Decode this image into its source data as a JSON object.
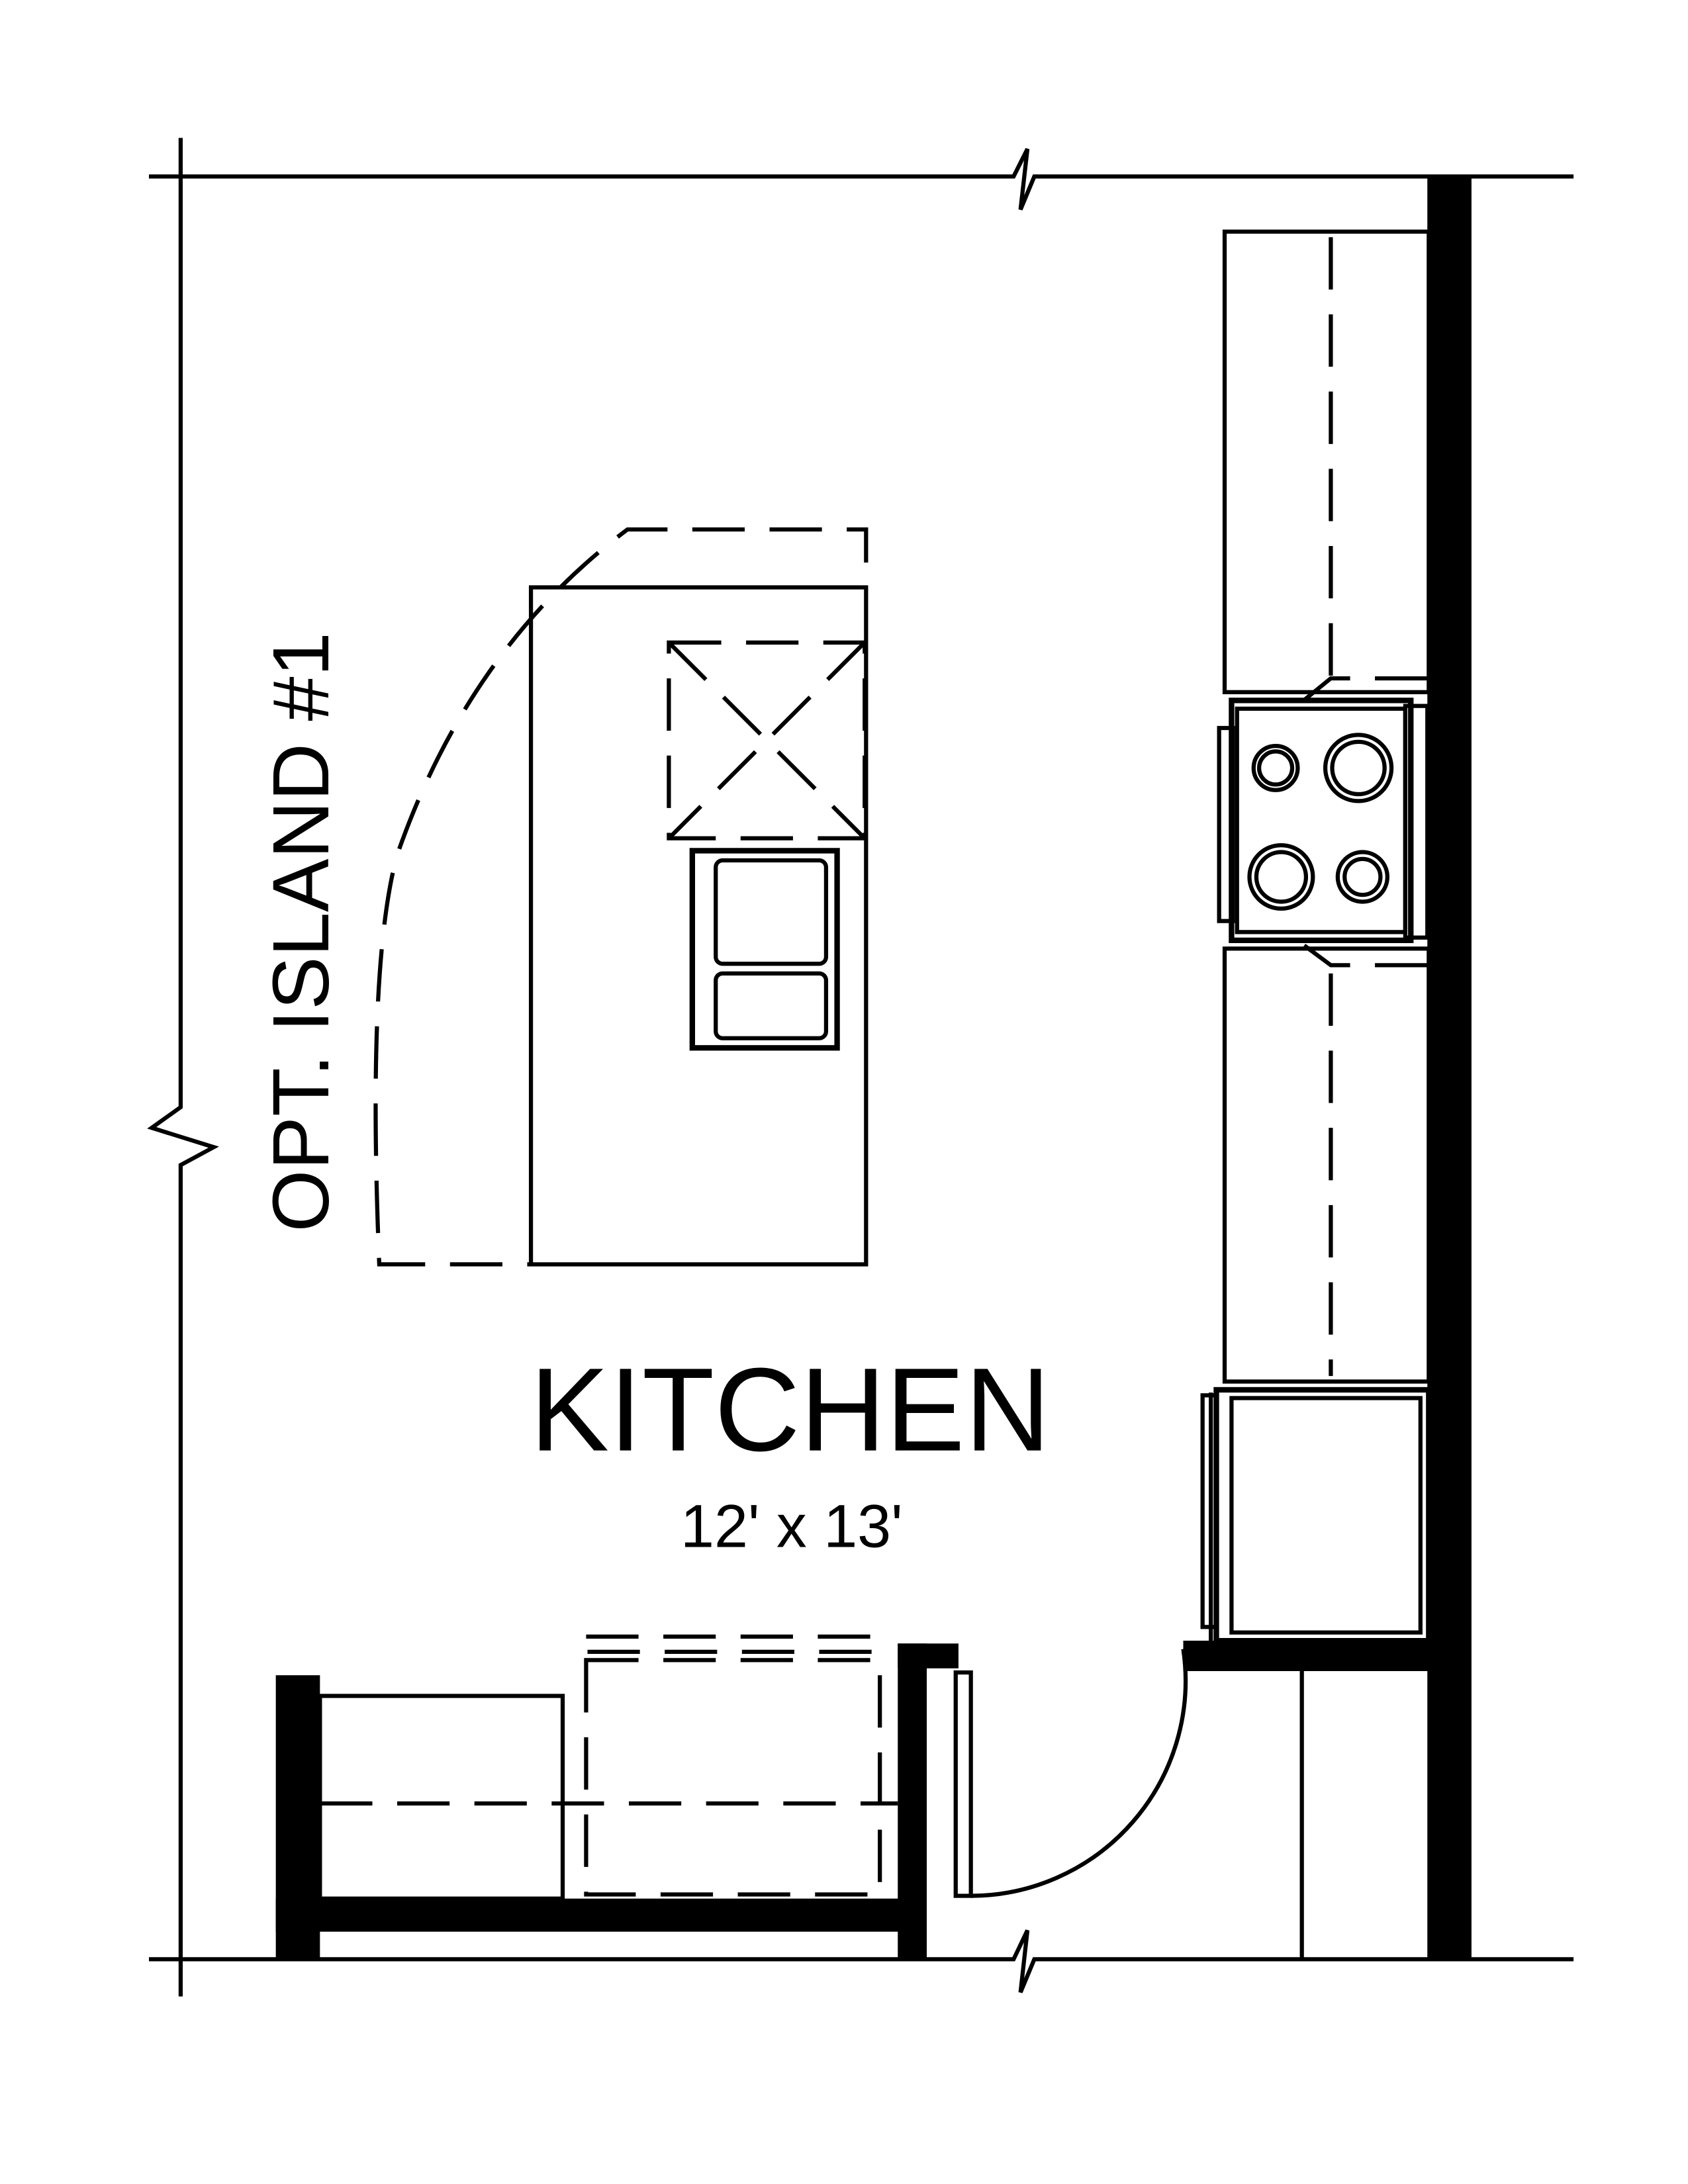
{
  "room": {
    "name": "KITCHEN",
    "dimensions": "12' x 13'"
  },
  "option": {
    "label": "OPT. ISLAND #1"
  }
}
